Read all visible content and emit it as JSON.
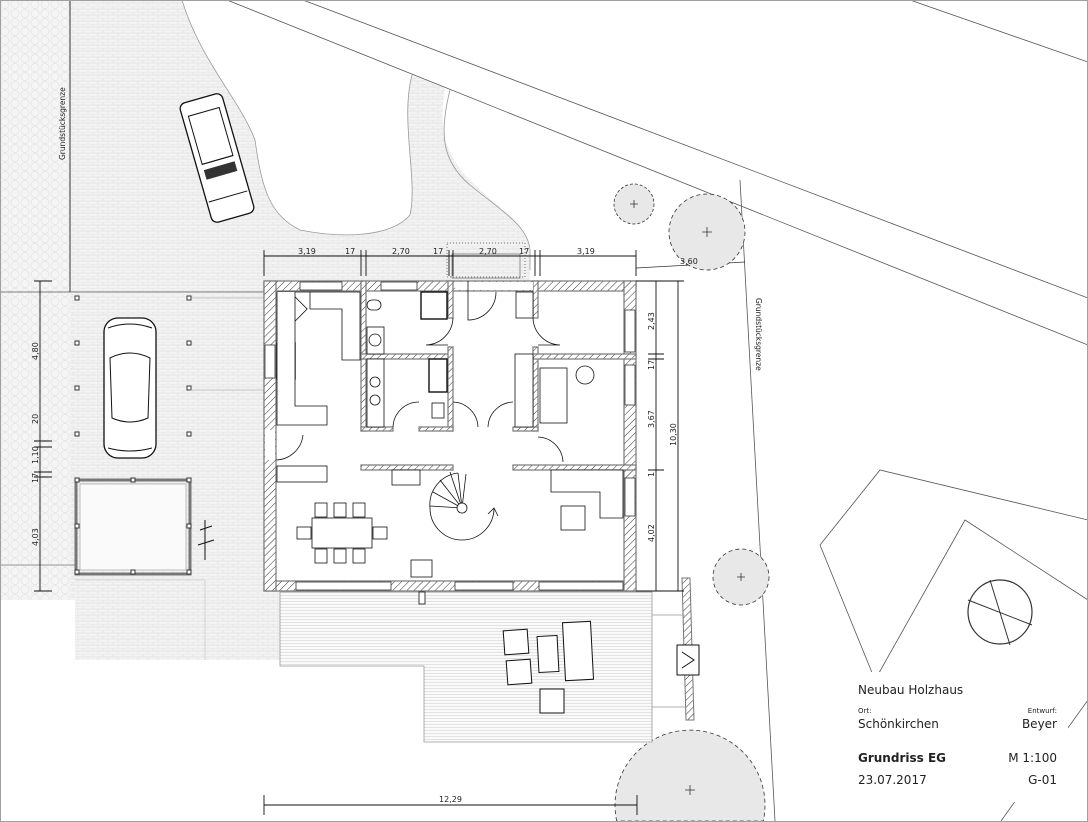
{
  "plan": {
    "boundary_label_left": "Grundstücksgrenze",
    "boundary_label_right": "Grundstücksgrenze",
    "dimensions": {
      "top": [
        "3,19",
        "17",
        "2,70",
        "17",
        "2,70",
        "17",
        "3,19"
      ],
      "offset_right": "3,60",
      "right_inner": [
        "2,43",
        "17",
        "3,67",
        "1",
        "4,02"
      ],
      "right_total": "10,30",
      "left": [
        "4,80",
        "20",
        "1,10",
        "17",
        "4,03"
      ],
      "bottom_total": "12,29"
    }
  },
  "title_block": {
    "project": "Neubau Holzhaus",
    "location_label": "Ort:",
    "location": "Schönkirchen",
    "designer_label": "Entwurf:",
    "designer": "Beyer",
    "drawing_title": "Grundriss EG",
    "scale": "M 1:100",
    "date": "23.07.2017",
    "sheet": "G-01"
  },
  "colors": {
    "paving": "#f0f0f0",
    "wall": "#808080",
    "tree": "#e8e8e8",
    "line": "#222222"
  }
}
